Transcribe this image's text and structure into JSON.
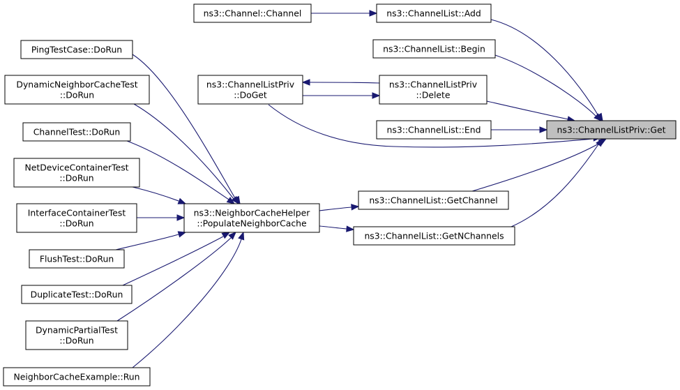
{
  "graph": {
    "nodes": {
      "get": [
        "ns3::ChannelListPriv::Get"
      ],
      "channel_ctor": [
        "ns3::Channel::Channel"
      ],
      "add": [
        "ns3::ChannelList::Add"
      ],
      "begin": [
        "ns3::ChannelList::Begin"
      ],
      "doget": [
        "ns3::ChannelListPriv",
        "::DoGet"
      ],
      "delete": [
        "ns3::ChannelListPriv",
        "::Delete"
      ],
      "end": [
        "ns3::ChannelList::End"
      ],
      "getchannel": [
        "ns3::ChannelList::GetChannel"
      ],
      "getnchannels": [
        "ns3::ChannelList::GetNChannels"
      ],
      "populate": [
        "ns3::NeighborCacheHelper",
        "::PopulateNeighborCache"
      ],
      "pingtest": [
        "PingTestCase::DoRun"
      ],
      "dyncachetest": [
        "DynamicNeighborCacheTest",
        "::DoRun"
      ],
      "channeltest": [
        "ChannelTest::DoRun"
      ],
      "netdevtest": [
        "NetDeviceContainerTest",
        "::DoRun"
      ],
      "ifacetest": [
        "InterfaceContainerTest",
        "::DoRun"
      ],
      "flushtest": [
        "FlushTest::DoRun"
      ],
      "duptest": [
        "DuplicateTest::DoRun"
      ],
      "dynpartial": [
        "DynamicPartialTest",
        "::DoRun"
      ],
      "example": [
        "NeighborCacheExample::Run"
      ]
    },
    "edges": [
      {
        "from": "add",
        "to": "get"
      },
      {
        "from": "begin",
        "to": "get"
      },
      {
        "from": "delete",
        "to": "get"
      },
      {
        "from": "end",
        "to": "get"
      },
      {
        "from": "doget",
        "to": "get"
      },
      {
        "from": "getchannel",
        "to": "get"
      },
      {
        "from": "getnchannels",
        "to": "get"
      },
      {
        "from": "channel_ctor",
        "to": "add"
      },
      {
        "from": "delete",
        "to": "doget"
      },
      {
        "from": "doget",
        "to": "delete"
      },
      {
        "from": "populate",
        "to": "getchannel"
      },
      {
        "from": "populate",
        "to": "getnchannels"
      },
      {
        "from": "pingtest",
        "to": "populate"
      },
      {
        "from": "dyncachetest",
        "to": "populate"
      },
      {
        "from": "channeltest",
        "to": "populate"
      },
      {
        "from": "netdevtest",
        "to": "populate"
      },
      {
        "from": "ifacetest",
        "to": "populate"
      },
      {
        "from": "flushtest",
        "to": "populate"
      },
      {
        "from": "duptest",
        "to": "populate"
      },
      {
        "from": "dynpartial",
        "to": "populate"
      },
      {
        "from": "example",
        "to": "populate"
      }
    ],
    "focus_node": "get",
    "colors": {
      "edge": "#191970",
      "focus_fill": "#bfbfbf",
      "node_fill": "#ffffff",
      "node_stroke": "#000000"
    }
  }
}
